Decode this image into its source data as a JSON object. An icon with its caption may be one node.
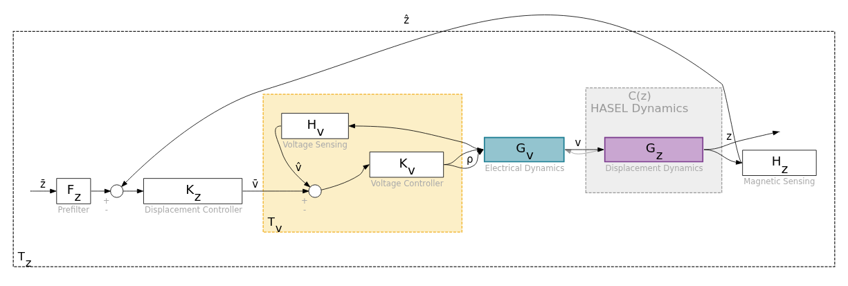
{
  "diagram": {
    "nodes": [
      {
        "text": [
          "T$_{z}$"
        ]
      },
      {
        "text": [
          "T$_{v}$"
        ],
        "in": 0
      },
      {
        "text": [
          "C(z)",
          "HASEL Dynamics"
        ],
        "in": 0
      },
      {
        "text": [
          "F$_{z}$"
        ],
        "beside": [
          "Prefilter"
        ],
        "in": 0
      },
      {
        "text": [],
        "shape": "circle",
        "beside": [
          "+",
          "-"
        ],
        "in": 0
      },
      {
        "text": [
          "K$_{z}$"
        ],
        "beside": [
          "Displacement Controller"
        ],
        "in": 0
      },
      {
        "text": [],
        "shape": "circle",
        "beside": [
          "+",
          "-"
        ],
        "in": 1
      },
      {
        "text": [
          "K$_{v}$"
        ],
        "beside": [
          "Voltage Controller"
        ],
        "in": 1
      },
      {
        "text": [
          "G$_{v}$"
        ],
        "beside": [
          "Electrical Dynamics"
        ],
        "in": 0
      },
      {
        "text": [
          "G$_{z}$"
        ],
        "beside": [
          "Displacement Dynamics"
        ],
        "in": 2
      },
      {
        "text": [
          "H$_{v}$"
        ],
        "beside": [
          "Voltage Sensing"
        ],
        "in": 1
      },
      {
        "text": [
          "H$_{z}$"
        ],
        "beside": [
          "Magnetic Sensing"
        ],
        "in": 0
      }
    ],
    "edges": [
      {
        "from": null,
        "to": 3,
        "arrow": "to",
        "label": "z̄"
      },
      {
        "from": 3,
        "to": 4,
        "arrow": "to"
      },
      {
        "from": 4,
        "to": 5,
        "arrow": "to"
      },
      {
        "from": 5,
        "to": 6,
        "arrow": "to",
        "label": "v̄"
      },
      {
        "from": 6,
        "to": 7,
        "arrow": "to"
      },
      {
        "from": 7,
        "to": 8,
        "arrow": "to",
        "label": "ρ"
      },
      {
        "from": 7,
        "to": 8,
        "arrow": "to"
      },
      {
        "from": 8,
        "to": 9,
        "arrow": "to",
        "label": "v"
      },
      {
        "from": 8,
        "to": 10,
        "arrow": "to"
      },
      {
        "from": 10,
        "to": 6,
        "arrow": "to",
        "label": "v̂"
      },
      {
        "from": 9,
        "to": null,
        "arrow": "to",
        "label": "z"
      },
      {
        "from": 9,
        "to": 11,
        "arrow": "to"
      },
      {
        "from": 11,
        "to": 4,
        "arrow": "to",
        "label": "ẑ"
      },
      {
        "from": 9,
        "to": 8,
        "arrow": "to",
        "color": "#999999"
      }
    ]
  }
}
